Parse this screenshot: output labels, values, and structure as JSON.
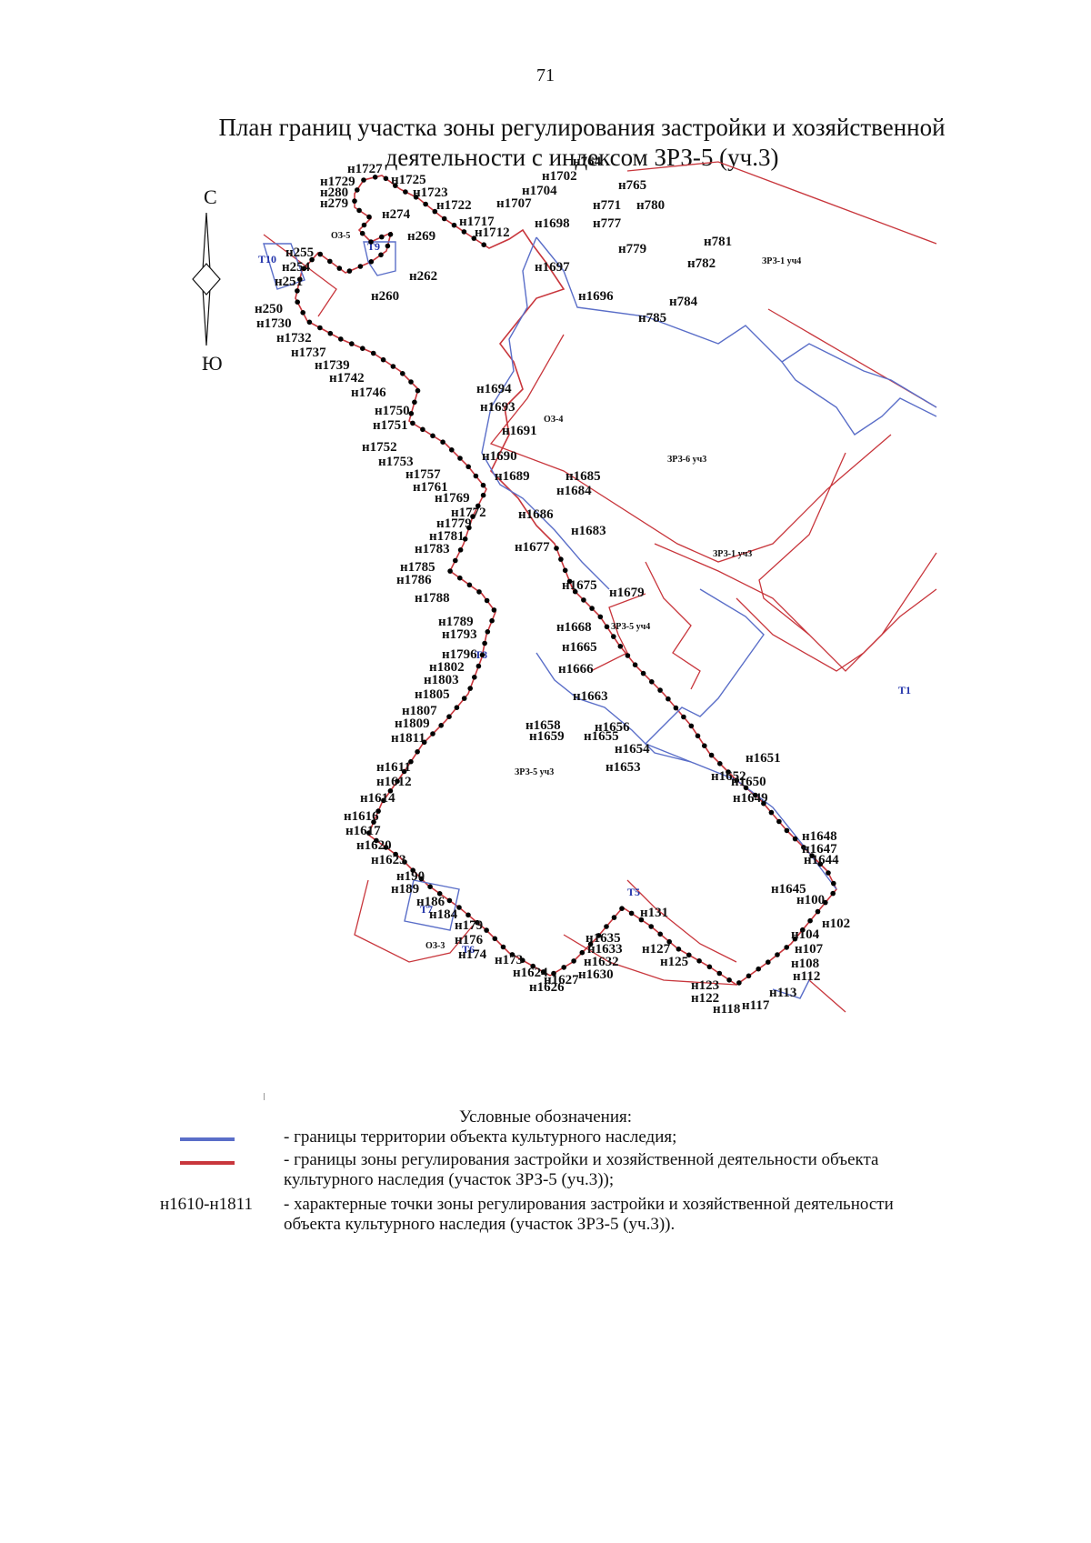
{
  "page": {
    "number": "71"
  },
  "title": {
    "line1": "План границ участка зоны регулирования застройки и хозяйственной",
    "line2": "деятельности с индексом ЗРЗ-5 (уч.3)"
  },
  "compass": {
    "north": "С",
    "south": "Ю"
  },
  "colors": {
    "blue_boundary": "#5a6ec8",
    "red_boundary": "#c8363c",
    "point": "#000000",
    "code_blue": "#2233aa"
  },
  "map": {
    "zones": [
      "ЗРЗ-1 уч4",
      "ЗРЗ-6 уч3",
      "ЗРЗ-1 уч3",
      "ЗРЗ-5 уч4",
      "ЗРЗ-5 уч3",
      "ОЗ-5",
      "ОЗ-4",
      "ОЗ-3"
    ],
    "codes": [
      "Т10",
      "Т9",
      "Т8",
      "Т7",
      "Т6",
      "Т5",
      "Т1"
    ],
    "points": [
      "н1727",
      "н1725",
      "н1729",
      "н280",
      "н279",
      "н1723",
      "н1722",
      "н274",
      "н1717",
      "н1712",
      "н269",
      "н255",
      "н254",
      "н251",
      "н262",
      "н260",
      "н1702",
      "н764",
      "н1704",
      "н1707",
      "н765",
      "н771",
      "н780",
      "н1698",
      "н777",
      "н779",
      "н781",
      "н782",
      "н1697",
      "н1696",
      "н784",
      "н785",
      "н250",
      "н1730",
      "н1732",
      "н1737",
      "н1739",
      "н1742",
      "н1746",
      "н1750",
      "н1751",
      "н1752",
      "н1753",
      "н1757",
      "н1761",
      "н1769",
      "н1772",
      "н1779",
      "н1781",
      "н1783",
      "н1785",
      "н1786",
      "н1788",
      "н1789",
      "н1793",
      "н1796",
      "н1802",
      "н1803",
      "н1805",
      "н1807",
      "н1809",
      "н1811",
      "н1611",
      "н1612",
      "н1614",
      "н1616",
      "н1617",
      "н1620",
      "н1623",
      "н190",
      "н189",
      "н186",
      "н184",
      "н179",
      "н176",
      "н174",
      "н173",
      "н1624",
      "н1626",
      "н1627",
      "н1630",
      "н1632",
      "н1633",
      "н1635",
      "н131",
      "н127",
      "н125",
      "н123",
      "н122",
      "н118",
      "н117",
      "н113",
      "н112",
      "н108",
      "н107",
      "н104",
      "н102",
      "н100",
      "н1645",
      "н1644",
      "н1647",
      "н1648",
      "н1649",
      "н1650",
      "н1651",
      "н1652",
      "н1653",
      "н1654",
      "н1655",
      "н1656",
      "н1658",
      "н1659",
      "н1663",
      "н1666",
      "н1665",
      "н1668",
      "н1679",
      "н1675",
      "н1677",
      "н1683",
      "н1684",
      "н1685",
      "н1686",
      "н1689",
      "н1690",
      "н1691",
      "н1693",
      "н1694"
    ]
  },
  "legend": {
    "title": "Условные обозначения:",
    "items": [
      {
        "key": "",
        "text": "- границы территории объекта культурного наследия;"
      },
      {
        "key": "",
        "text": "- границы зоны регулирования застройки и хозяйственной деятельности объекта",
        "text2": "культурного наследия (участок ЗРЗ-5 (уч.3));"
      },
      {
        "key": "н1610-н1811",
        "text": "- характерные точки зоны регулирования застройки и хозяйственной деятельности",
        "text2": "объекта культурного наследия (участок ЗРЗ-5 (уч.3))."
      }
    ]
  }
}
